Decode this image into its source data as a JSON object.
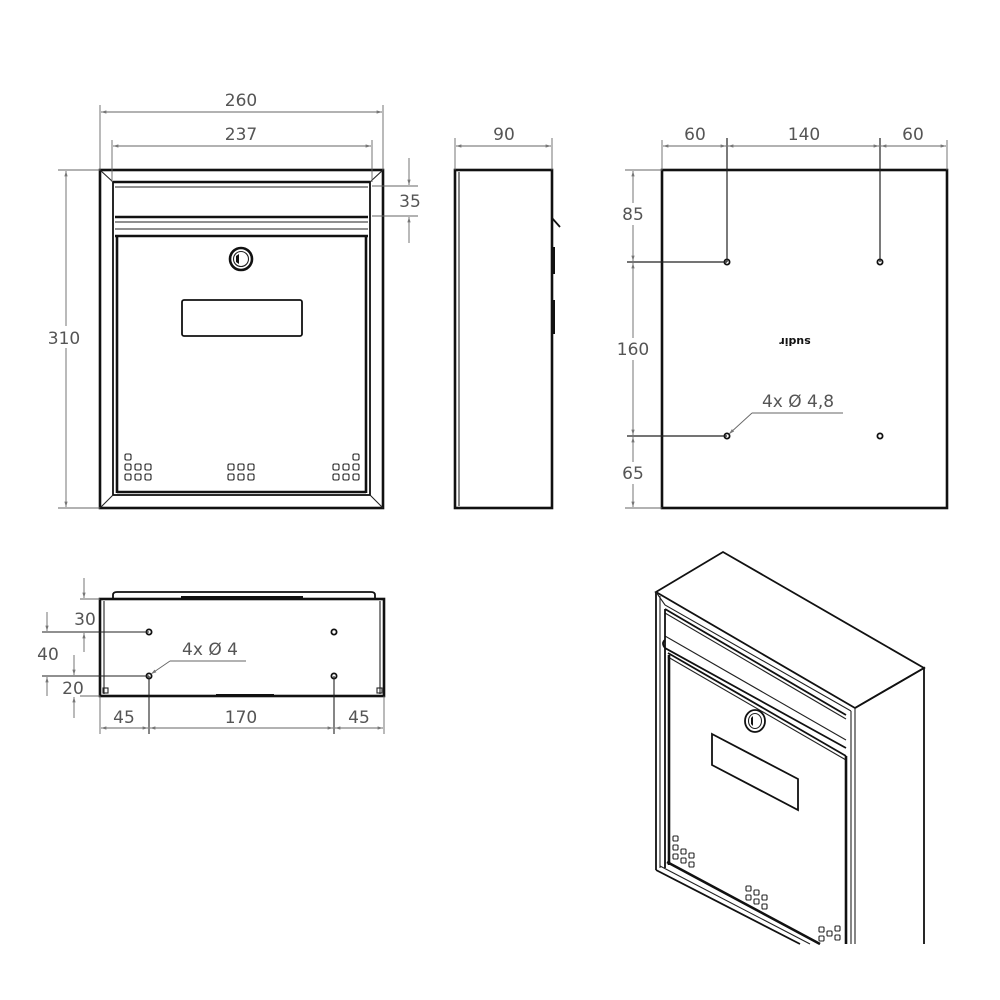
{
  "drawing": {
    "subject": "Wall-mounted letterbox",
    "units": "mm",
    "front_view": {
      "overall_width": "260",
      "inner_width": "237",
      "height": "310",
      "slot_height": "35",
      "vent_groups": 3
    },
    "side_view": {
      "depth": "90"
    },
    "back_view": {
      "left_offset": "60",
      "hole_spacing_x": "140",
      "right_offset": "60",
      "top_offset": "85",
      "hole_spacing_y": "160",
      "bottom_offset": "65",
      "hole_callout": "4x Ø 4,8",
      "logo_text": "sudir"
    },
    "bottom_view": {
      "top_offset": "30",
      "hole_spacing_y": "40",
      "bottom_offset": "20",
      "left_offset": "45",
      "hole_spacing_x": "170",
      "right_offset": "45",
      "hole_callout": "4x Ø 4"
    },
    "isometric_view": {
      "label": ""
    }
  },
  "colors": {
    "line": "#111111",
    "dimension": "#666666",
    "text": "#555555",
    "background": "#ffffff"
  }
}
